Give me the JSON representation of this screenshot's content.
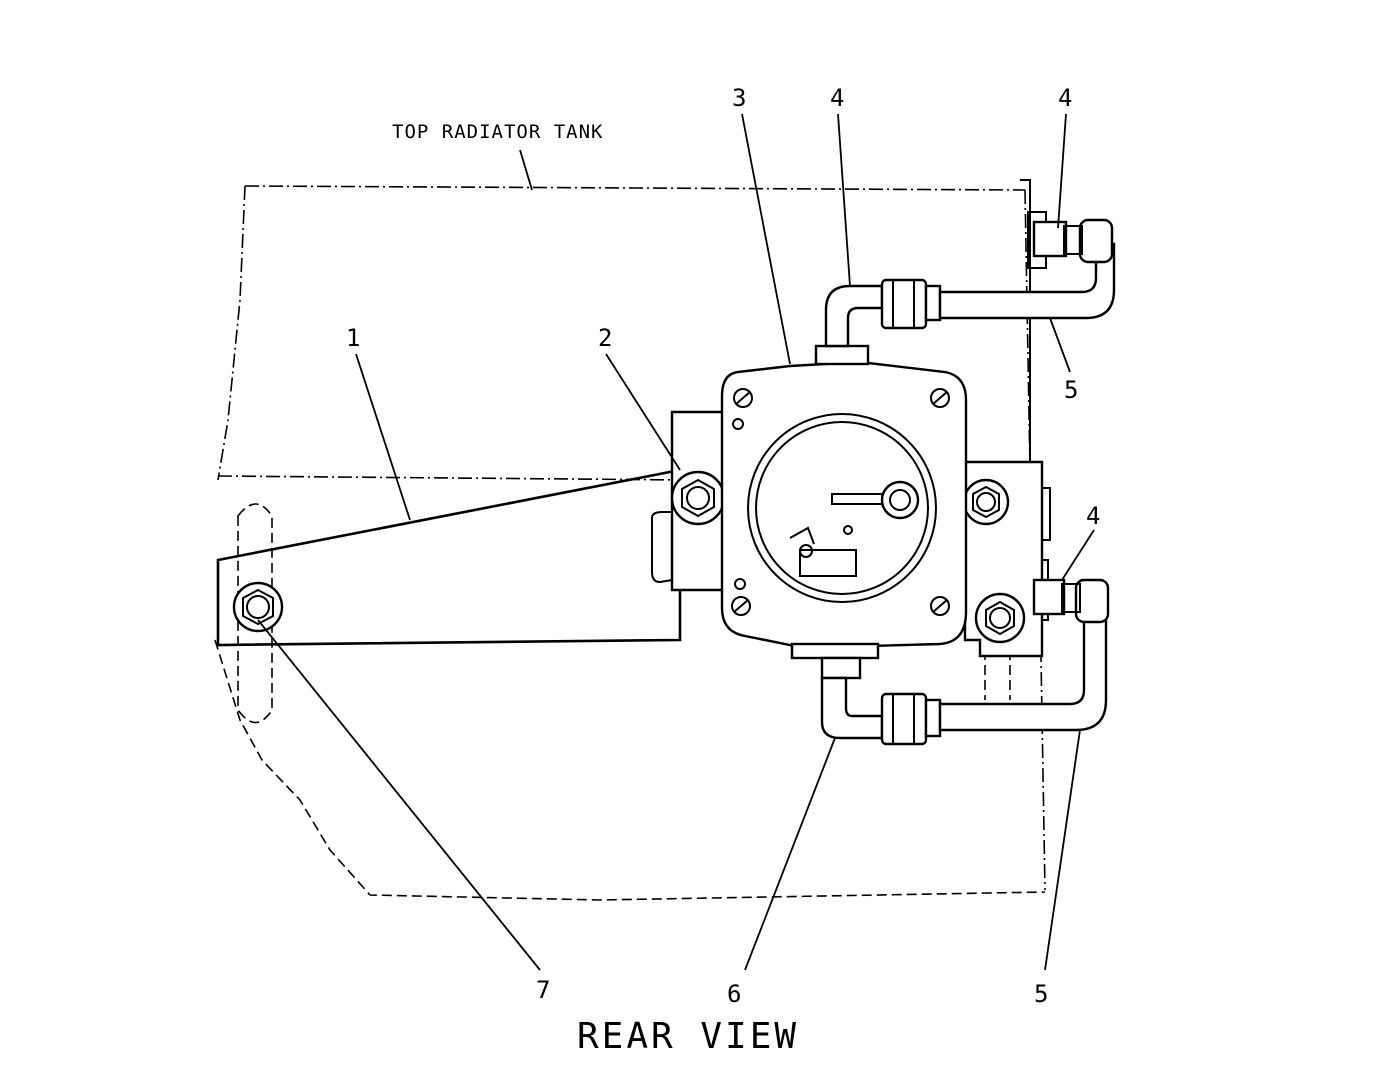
{
  "diagram": {
    "tank_label": "TOP RADIATOR TANK",
    "view_title": "REAR VIEW",
    "callouts": {
      "c1": "1",
      "c2": "2",
      "c3": "3",
      "c4a": "4",
      "c4b": "4",
      "c4c": "4",
      "c5a": "5",
      "c5b": "5",
      "c6": "6",
      "c7": "7"
    }
  }
}
